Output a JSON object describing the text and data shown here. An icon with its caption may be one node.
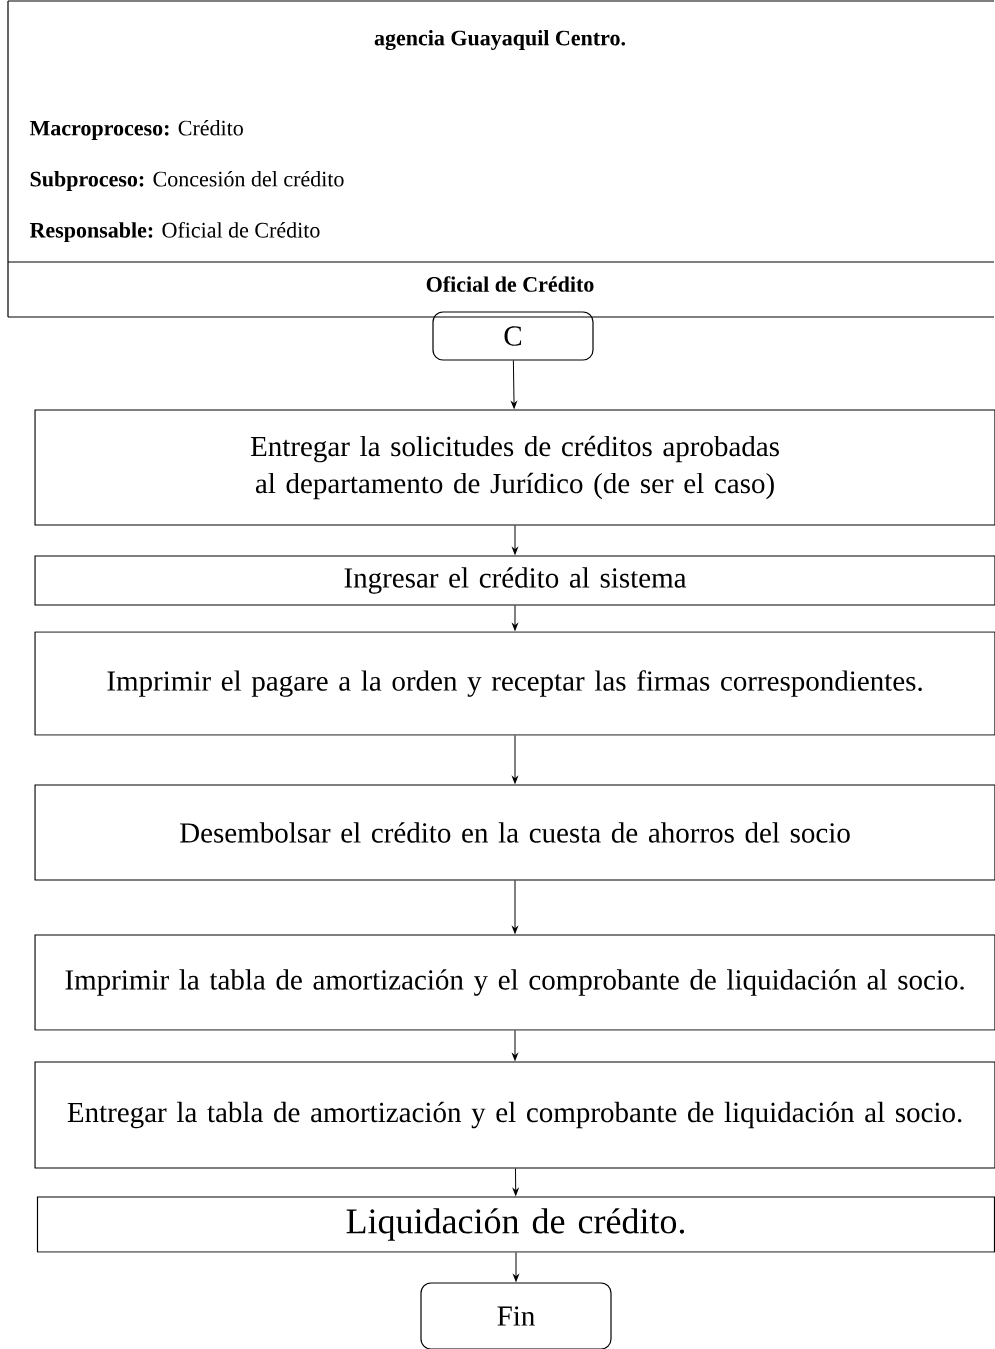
{
  "diagram": {
    "title": "agencia Guayaquil Centro.",
    "nodes": [
      {
        "text": [
          "C"
        ]
      },
      {
        "text": [
          "Entregar la solicitudes de créditos aprobadas al departamento de Jurídico (de ser el caso)"
        ]
      },
      {
        "text": [
          "Ingresar el crédito al sistema"
        ]
      },
      {
        "text": [
          "Imprimir el pagare a la orden y receptar las firmas correspondientes."
        ]
      },
      {
        "text": [
          "Desembolsar el crédito en la cuesta de ahorros del socio"
        ]
      },
      {
        "text": [
          "Imprimir la tabla de amortización y el comprobante de liquidación al socio."
        ]
      },
      {
        "text": [
          "Entregar la tabla de amortización y el comprobante de liquidación al socio."
        ]
      },
      {
        "text": [
          "Liquidación de crédito."
        ]
      },
      {
        "text": [
          "Fin"
        ]
      }
    ],
    "edges": [
      {
        "from": 0,
        "to": 1,
        "arrow": "to"
      },
      {
        "from": 1,
        "to": 2,
        "arrow": "to"
      },
      {
        "from": 2,
        "to": 3,
        "arrow": "to"
      },
      {
        "from": 3,
        "to": 4,
        "arrow": "to"
      },
      {
        "from": 4,
        "to": 5,
        "arrow": "to"
      },
      {
        "from": 5,
        "to": 6,
        "arrow": "to"
      },
      {
        "from": 6,
        "to": 7,
        "arrow": "to"
      },
      {
        "from": 7,
        "to": 8,
        "arrow": "to"
      }
    ],
    "labels": [
      "**Macroproceso:** Crédito",
      "**Subproceso:** Concesión del crédito",
      "**Responsable:** Oficial de Crédito",
      "Oficial de Crédito"
    ]
  }
}
